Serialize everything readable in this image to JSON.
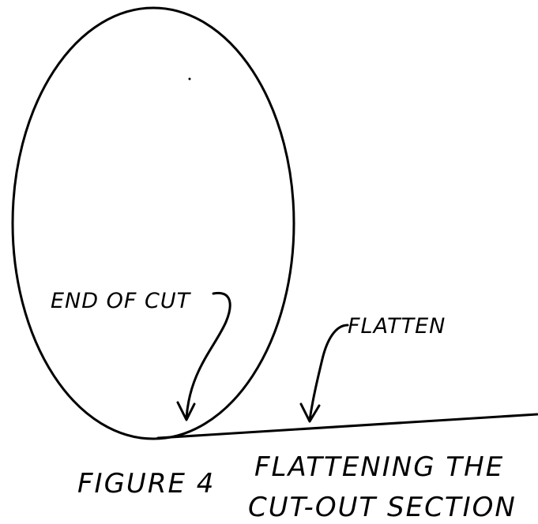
{
  "diagram": {
    "labels": {
      "end_of_cut": "END OF CUT",
      "flatten": "FLATTEN"
    },
    "caption": {
      "figure": "FIGURE 4",
      "line1": "FLATTENING THE",
      "line2": "CUT-OUT SECTION"
    },
    "colors": {
      "ink": "#000000",
      "paper": "#ffffff"
    }
  }
}
